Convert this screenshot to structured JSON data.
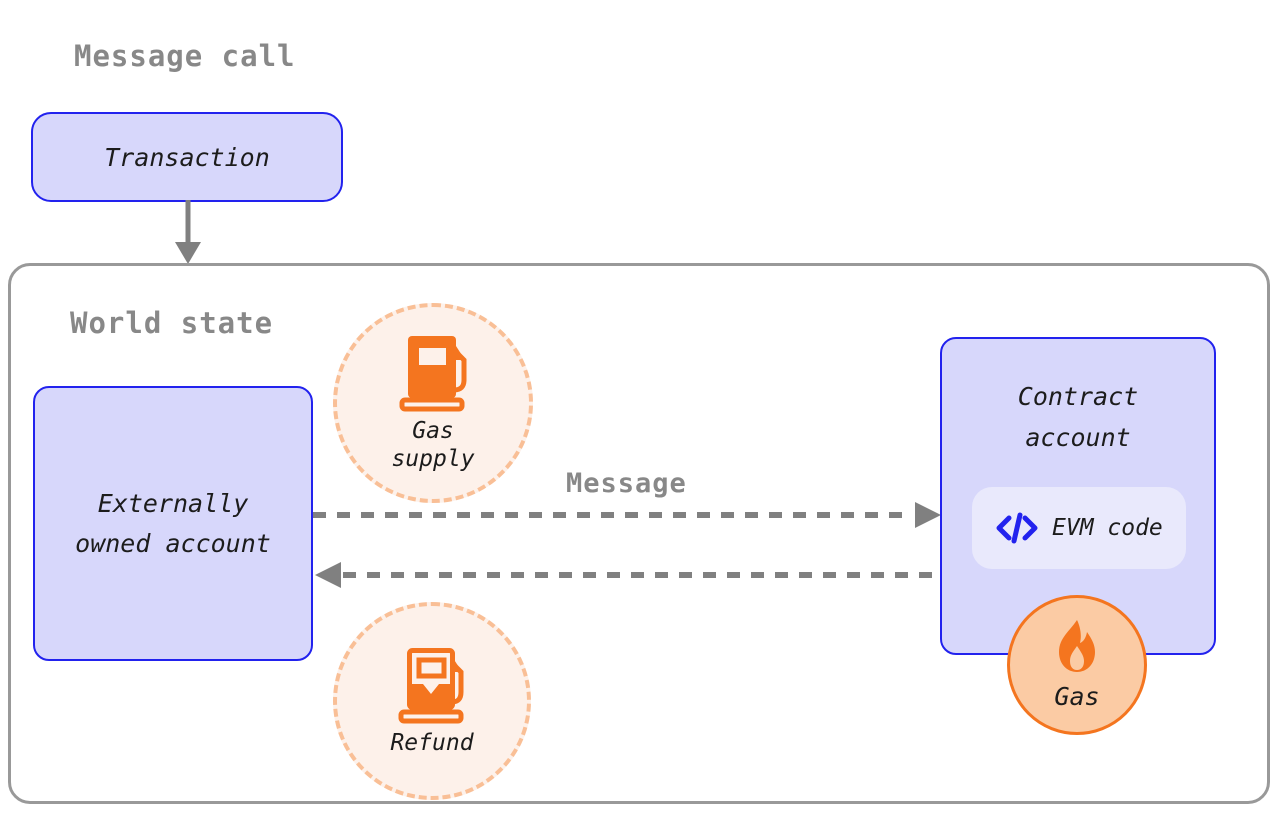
{
  "diagram": {
    "title": "Message call",
    "world_state_title": "World state",
    "message_label": "Message",
    "colors": {
      "node_fill": "#d7d7fb",
      "node_border": "#2222ee",
      "container_border": "#999999",
      "title_gray": "#888888",
      "orange": "#f4751f",
      "badge_dashed_fill": "#fdf1ea",
      "badge_dashed_border": "#f9bf96",
      "gas_badge_fill": "#fbcba4",
      "evm_pill_fill": "#e9e9fc",
      "arrow_gray": "#808080",
      "text_dark": "#1c1c1c"
    }
  },
  "nodes": {
    "transaction": {
      "label": "Transaction"
    },
    "externally_owned_account": {
      "line1": "Externally",
      "line2": "owned account"
    },
    "contract_account": {
      "line1": "Contract",
      "line2": "account",
      "evm_code_label": "EVM code",
      "evm_code_icon": "code-brackets-icon"
    }
  },
  "badges": {
    "gas_supply": {
      "caption_line1": "Gas",
      "caption_line2": "supply",
      "icon": "gas-pump-full-icon",
      "style": "dashed"
    },
    "refund": {
      "caption_line1": "Refund",
      "caption_line2": "",
      "icon": "gas-pump-partial-icon",
      "style": "dashed"
    },
    "gas": {
      "caption_line1": "Gas",
      "caption_line2": "",
      "icon": "flame-icon",
      "style": "solid"
    }
  },
  "arrows": {
    "transaction_to_world_state": {
      "name": "transaction-arrow",
      "style": "solid",
      "direction": "down"
    },
    "message_forward": {
      "name": "message-arrow-forward",
      "style": "dashed",
      "direction": "right"
    },
    "message_return": {
      "name": "message-arrow-return",
      "style": "dashed",
      "direction": "left"
    }
  }
}
